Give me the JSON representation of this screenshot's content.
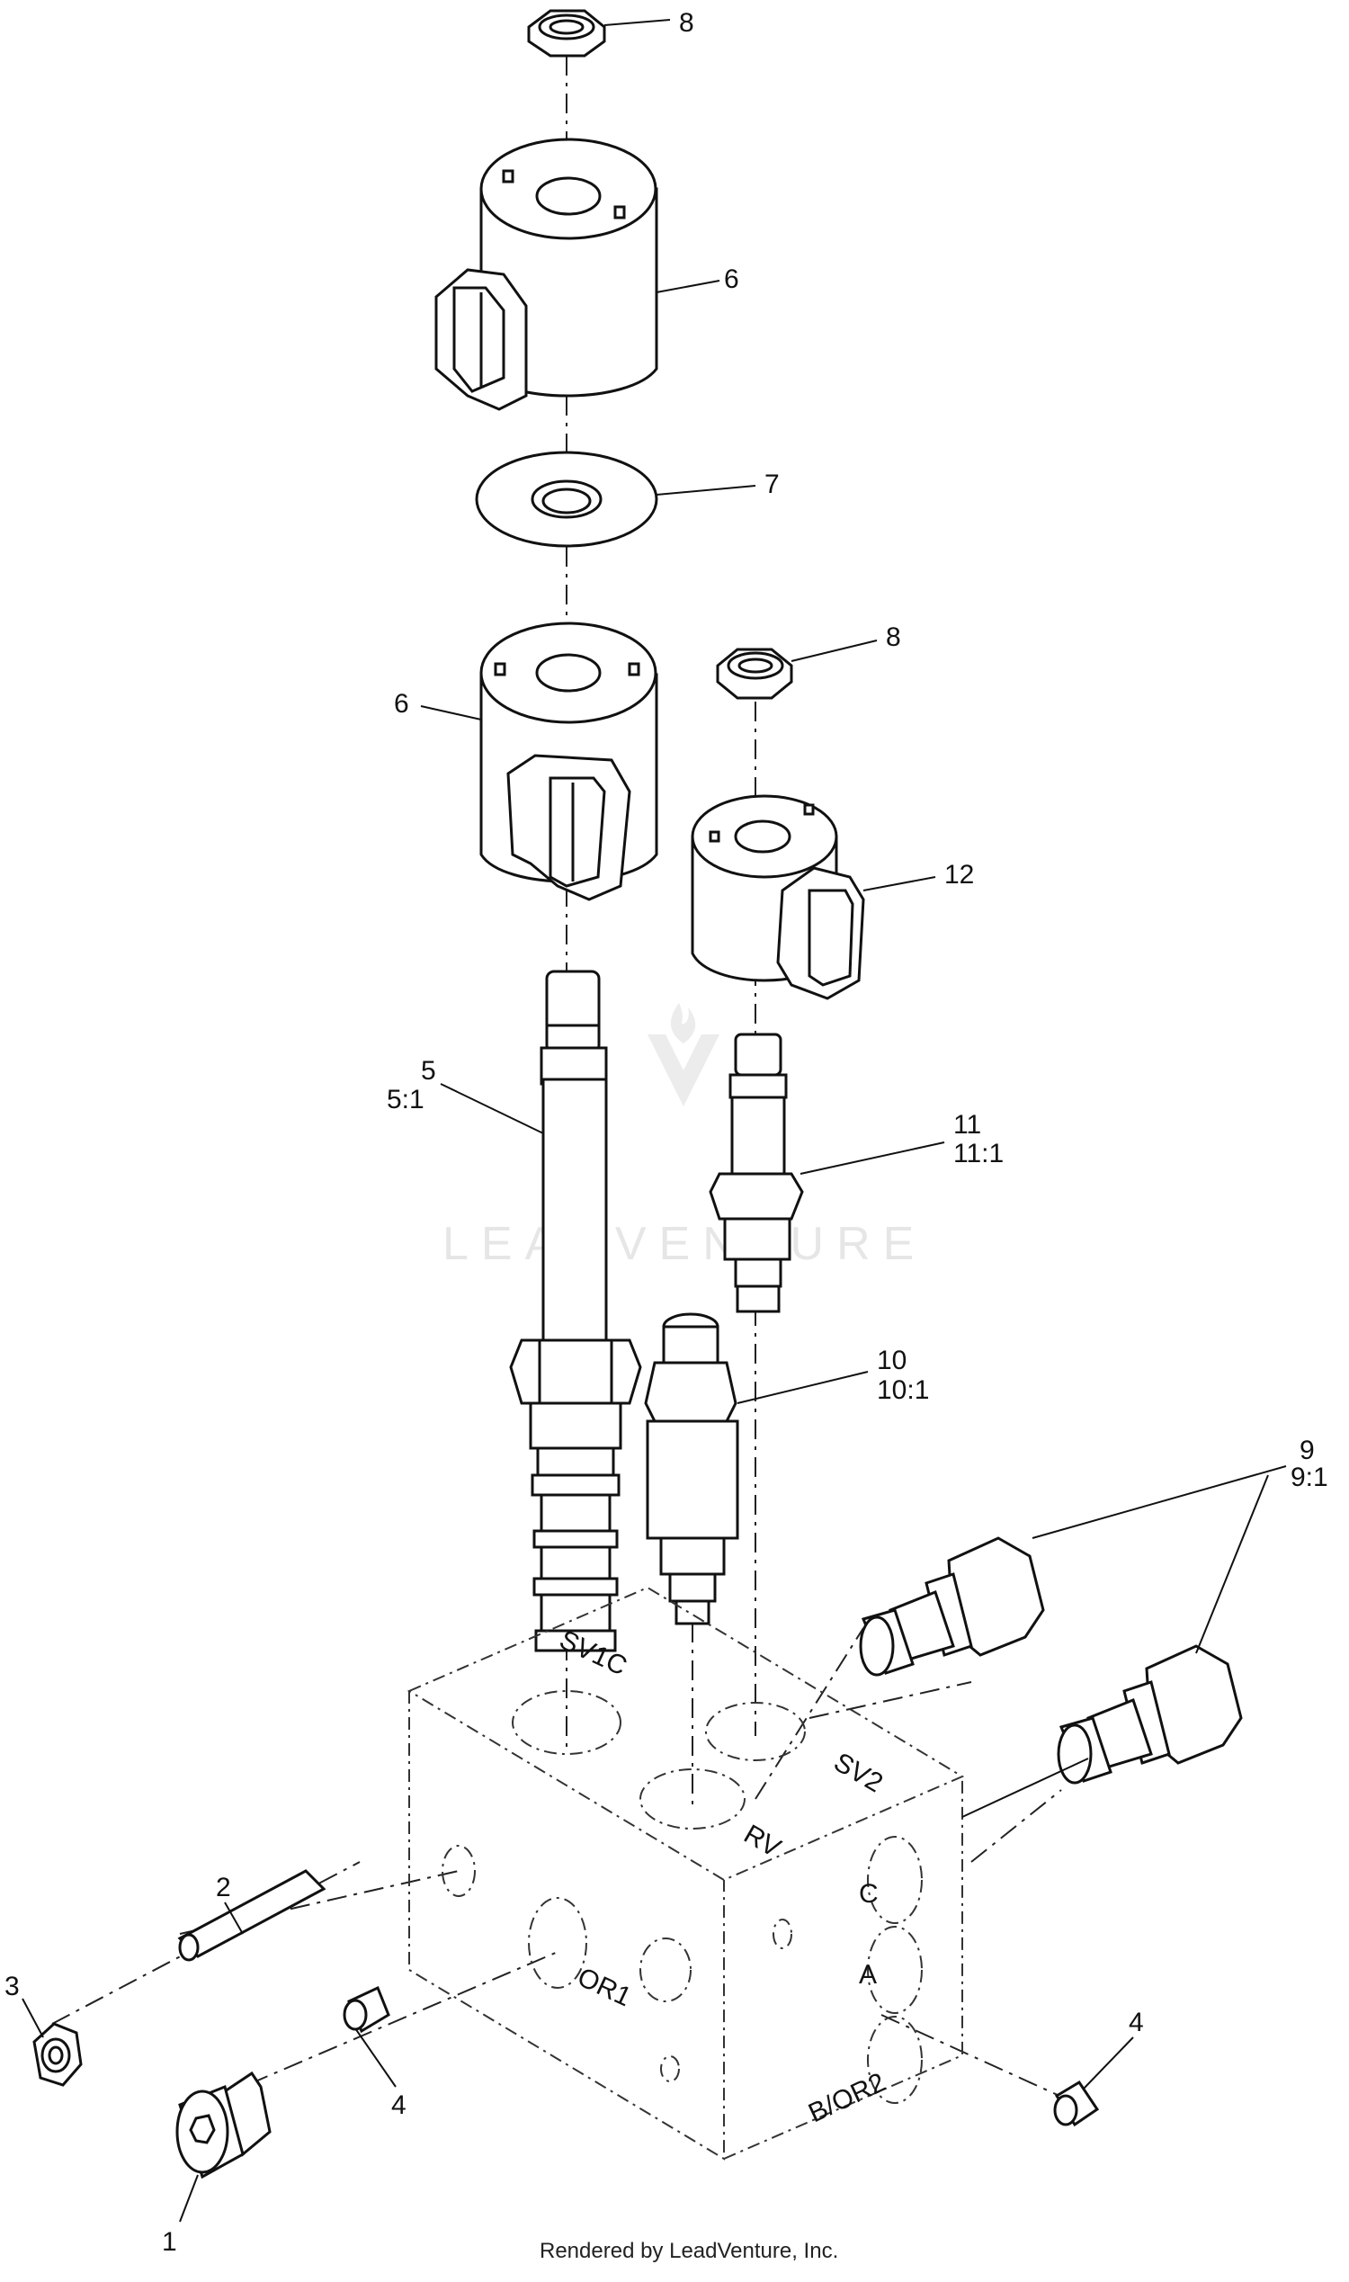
{
  "callouts": {
    "c8_top": "8",
    "c6_top": "6",
    "c7": "7",
    "c8_mid": "8",
    "c6_mid": "6",
    "c12": "12",
    "c5": "5",
    "c5_sub": "5:1",
    "c11": "11",
    "c11_sub": "11:1",
    "c10": "10",
    "c10_sub": "10:1",
    "c9": "9",
    "c9_sub": "9:1",
    "c2": "2",
    "c3": "3",
    "c4_left": "4",
    "c4_right": "4",
    "c1": "1"
  },
  "block_labels": {
    "sv1c": "SV1C",
    "sv2": "SV2",
    "rv": "RV",
    "or1": "OR1",
    "c": "C",
    "a": "A",
    "bor2": "B/OR2"
  },
  "watermark": "LEADVENTURE",
  "footer": "Rendered by LeadVenture, Inc."
}
